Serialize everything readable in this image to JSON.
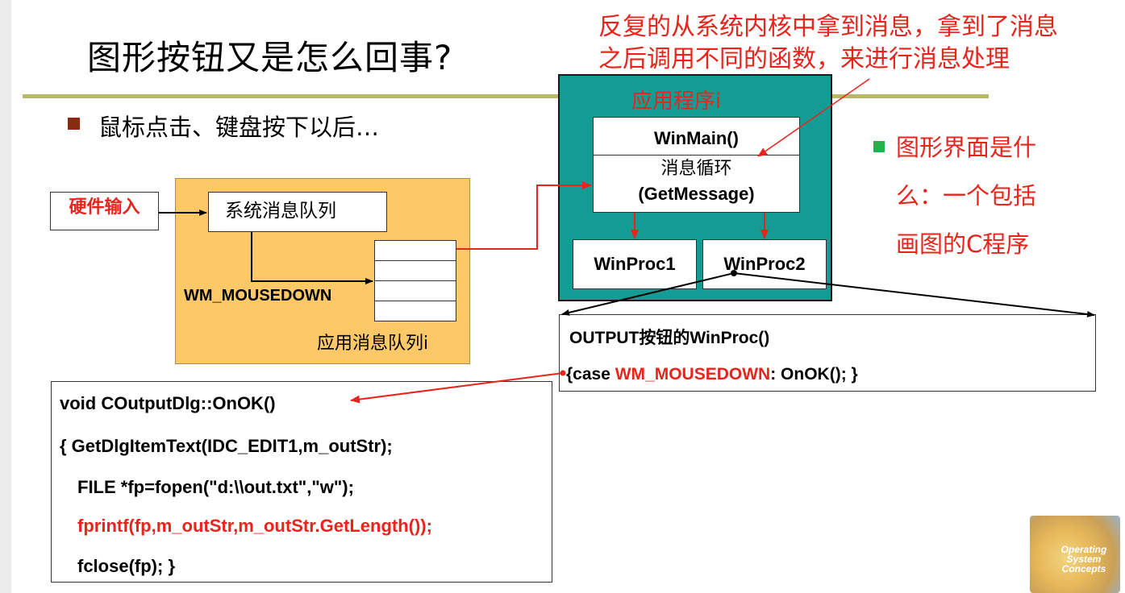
{
  "title": "图形按钮又是怎么回事?",
  "left_bullet": "鼠标点击、键盘按下以后…",
  "top_note": {
    "line1": "反复的从系统内核中拿到消息，拿到了消息",
    "line2": "之后调用不同的函数，来进行消息处理"
  },
  "right_bullet": {
    "line1": "图形界面是什",
    "line2": "么：一个包括",
    "line3": "画图的C程序"
  },
  "hardware_input": "硬件输入",
  "system_queue": "系统消息队列",
  "wm_message": "WM_MOUSEDOWN",
  "app_queue": "应用消息队列i",
  "app": {
    "title": "应用程序i",
    "winmain": "WinMain()",
    "loop_line1": "消息循环",
    "loop_line2": "(GetMessage)",
    "proc1": "WinProc1",
    "proc2": "WinProc2"
  },
  "output_box": {
    "line1": "OUTPUT按钮的WinProc()",
    "line2_prefix": "{case ",
    "line2_msg": "WM_MOUSEDOWN",
    "line2_suffix": ": OnOK(); }"
  },
  "code": {
    "line1": "void COutputDlg::OnOK()",
    "line2": "{  GetDlgItemText(IDC_EDIT1,m_outStr);",
    "line3": "FILE *fp=fopen(\"d:\\\\out.txt\",\"w\");",
    "line4": "fprintf(fp,m_outStr,m_outStr.GetLength());",
    "line5": "fclose(fp); }"
  },
  "logo": {
    "line1": "Operating",
    "line2": "System",
    "line3": "Concepts"
  },
  "colors": {
    "accent_red": "#e8241c",
    "teal": "#149c94",
    "orange": "#fcc868",
    "rule": "#b8b76e",
    "bullet_brown": "#8a2a10",
    "bullet_green": "#22b14c"
  }
}
